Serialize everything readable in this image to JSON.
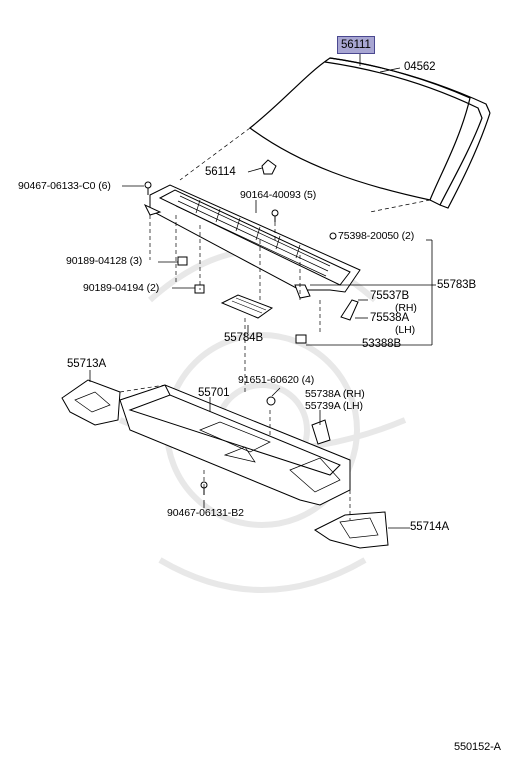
{
  "diagram": {
    "labels": {
      "p56111": "56111",
      "p04562": "04562",
      "p56114": "56114",
      "p90467_06133": "90467-06133-C0 (6)",
      "p90164_40093": "90164-40093 (5)",
      "p75398_20050": "75398-20050 (2)",
      "p90189_04128": "90189-04128 (3)",
      "p55783B": "55783B",
      "p90189_04194": "90189-04194 (2)",
      "p75537B": "75537B",
      "p75537B_side": "(RH)",
      "p75538A": "75538A",
      "p75538A_side": "(LH)",
      "p55784B": "55784B",
      "p53388B": "53388B",
      "p55713A": "55713A",
      "p55701": "55701",
      "p91651_60620": "91651-60620 (4)",
      "p55738A": "55738A (RH)",
      "p55739A": "55739A (LH)",
      "p90467_06131": "90467-06131-B2",
      "p55714A": "55714A"
    },
    "footer_code": "550152-A",
    "colors": {
      "highlight_fill": "#a8a6d2",
      "highlight_border": "#4a4890",
      "line": "#000000",
      "watermark": "#e6e6e6"
    }
  }
}
